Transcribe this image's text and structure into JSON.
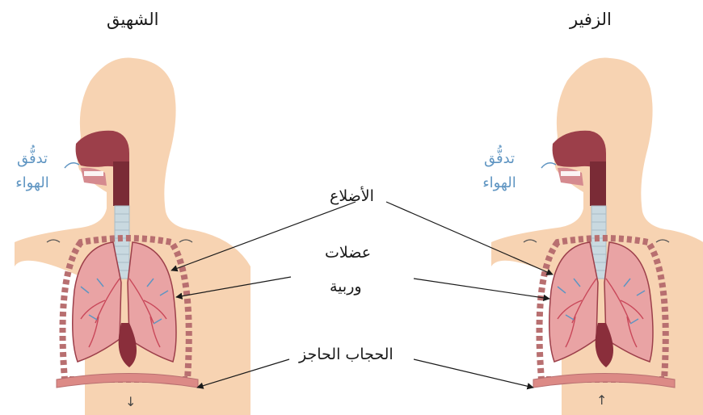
{
  "titles": {
    "left": "الشهيق",
    "right": "الزفير"
  },
  "air_flow": {
    "line1": "تدفُّق",
    "line2": "الهواء"
  },
  "labels": {
    "ribs": "الأضلاع",
    "intercostal_line1": "عضلات",
    "intercostal_line2": "وربية",
    "diaphragm": "الحجاب الحاجز"
  },
  "diaphragm_arrows": {
    "inhale": "↓",
    "exhale": "↑"
  },
  "colors": {
    "skin": "#f7d3b2",
    "airway": "#9c3f4a",
    "airway_dark": "#7a2b36",
    "trachea": "#c9d9e0",
    "lung": "#e9a3a4",
    "lung_vessels": "#c9485a",
    "ribs": "#b86f70",
    "diaphragm": "#dc8a86",
    "air_arrows": "#5f95c2"
  }
}
